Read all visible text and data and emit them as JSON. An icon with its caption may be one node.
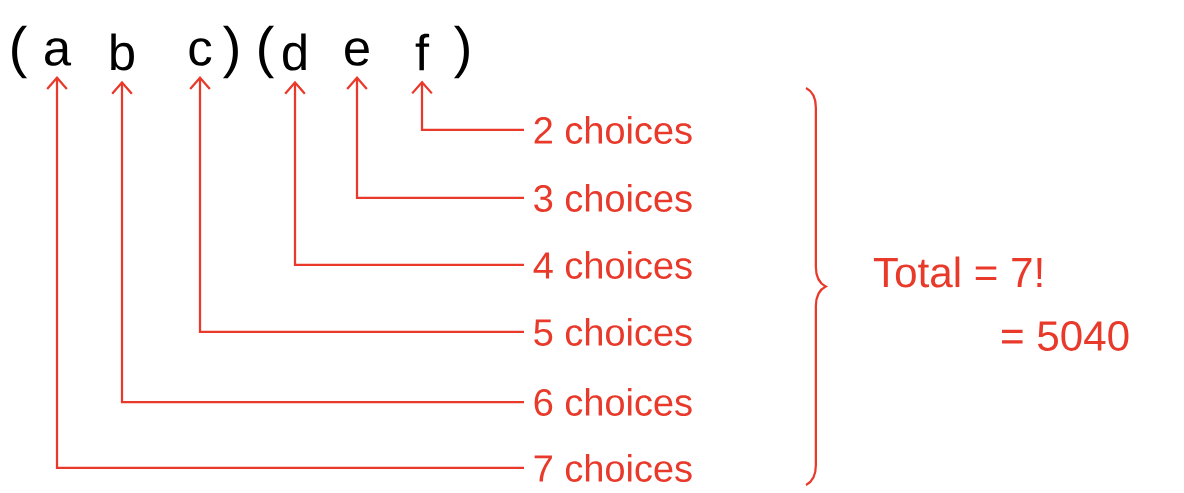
{
  "diagram": {
    "nodes": [
      {
        "text": [
          "a"
        ]
      },
      {
        "text": [
          "b"
        ]
      },
      {
        "text": [
          "c"
        ]
      },
      {
        "text": [
          "d"
        ]
      },
      {
        "text": [
          "e"
        ]
      },
      {
        "text": [
          "f"
        ]
      },
      {
        "text": [
          "2 choices"
        ]
      },
      {
        "text": [
          "3 choices"
        ]
      },
      {
        "text": [
          "4 choices"
        ]
      },
      {
        "text": [
          "5 choices"
        ]
      },
      {
        "text": [
          "6 choices"
        ]
      },
      {
        "text": [
          "7 choices"
        ]
      }
    ],
    "edges": [
      {
        "from": 6,
        "to": 5,
        "arrow": "to"
      },
      {
        "from": 7,
        "to": 4,
        "arrow": "to"
      },
      {
        "from": 8,
        "to": 3,
        "arrow": "to"
      },
      {
        "from": 9,
        "to": 2,
        "arrow": "to"
      },
      {
        "from": 10,
        "to": 1,
        "arrow": "to"
      },
      {
        "from": 11,
        "to": 0,
        "arrow": "to"
      }
    ],
    "labels": [
      "(",
      ")",
      "(",
      ")",
      "Total = 7!",
      "= 5040"
    ]
  }
}
